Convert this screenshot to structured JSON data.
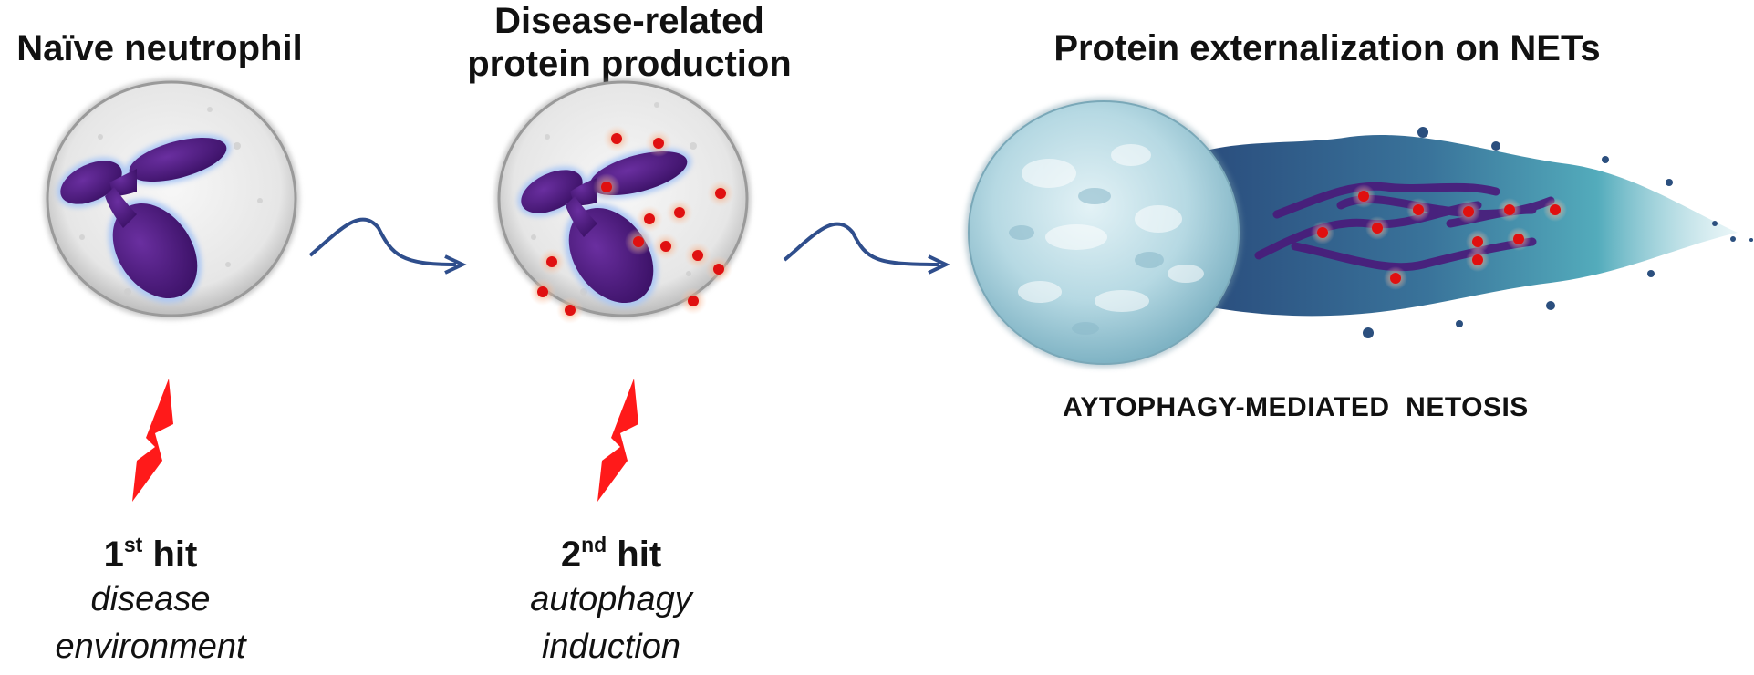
{
  "stages": {
    "naive": {
      "title": "Naïve neutrophil"
    },
    "production": {
      "title_line1": "Disease-related",
      "title_line2": "protein production"
    },
    "externalization": {
      "title": "Protein externalization on NETs"
    }
  },
  "hits": [
    {
      "ordinal": "1",
      "suffix": "st",
      "word": "hit",
      "desc_line1": "disease",
      "desc_line2": "environment"
    },
    {
      "ordinal": "2",
      "suffix": "nd",
      "word": "hit",
      "desc_line1": "autophagy",
      "desc_line2": "induction"
    }
  ],
  "caption": "AYTOPHAGY-MEDIATED  NETOSIS",
  "colors": {
    "nucleus": "#4a1a7a",
    "nucleus_halo": "#9bbcf0",
    "cytoplasm": "#ededed",
    "protein_dot": "#e01010",
    "protein_glow": "#f5b08a",
    "arrow": "#2f4e8c",
    "lightning": "#ff1a1a",
    "net_splash": "#2b4f7e",
    "net_teal": "#3fa2b4",
    "cell_ice": "#b9dce6"
  },
  "icons": [
    "lightning-bolt-icon",
    "curved-arrow-icon"
  ]
}
